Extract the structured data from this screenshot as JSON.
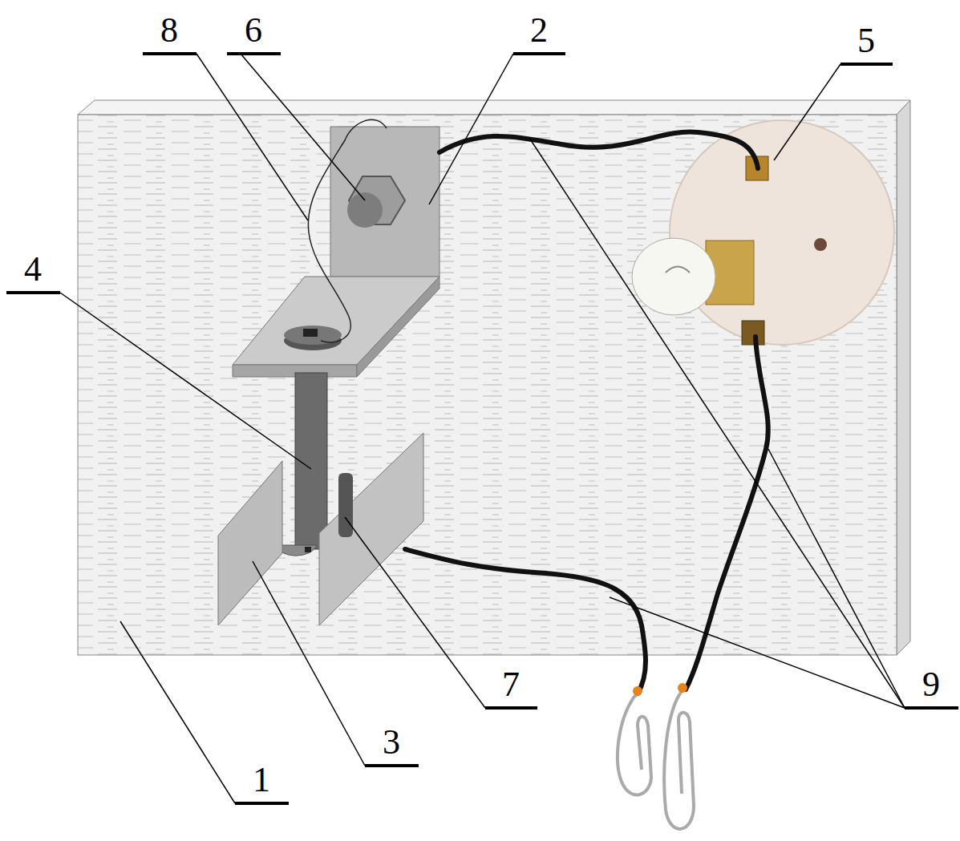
{
  "diagram": {
    "labels": [
      "8",
      "6",
      "2",
      "5",
      "4",
      "7",
      "9",
      "3",
      "1"
    ]
  }
}
